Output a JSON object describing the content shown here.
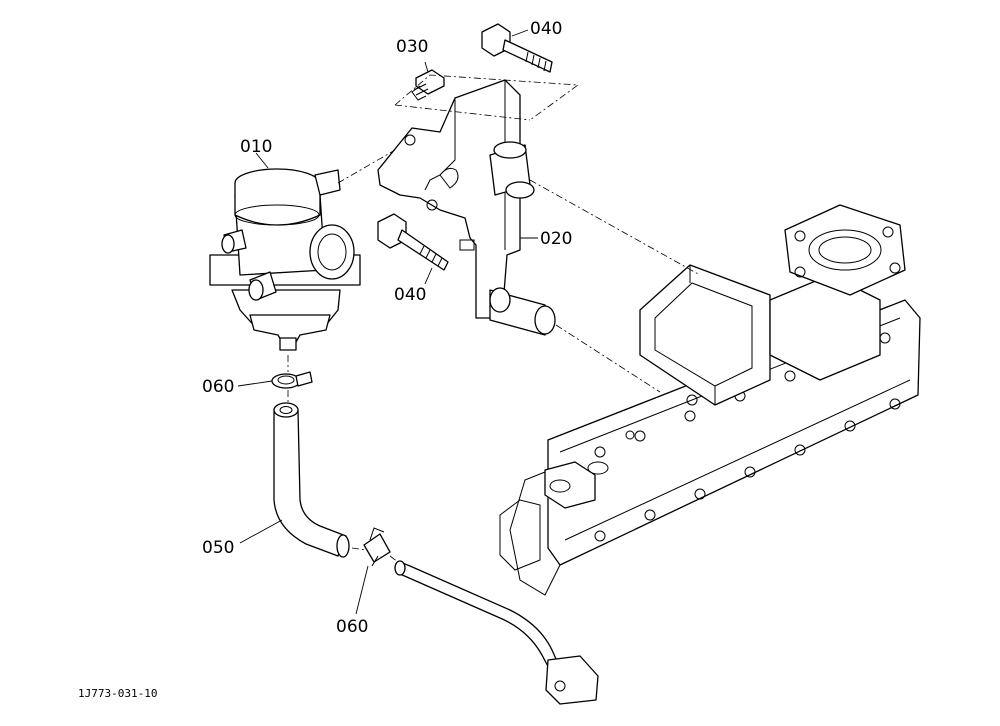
{
  "callouts": {
    "breather": "010",
    "bracket": "020",
    "bolt_small": "030",
    "bolt_top": "040",
    "bolt_lower": "040",
    "clamp_top": "060",
    "hose": "050",
    "clamp_bottom": "060"
  },
  "drawing_code": "1J773-031-10"
}
